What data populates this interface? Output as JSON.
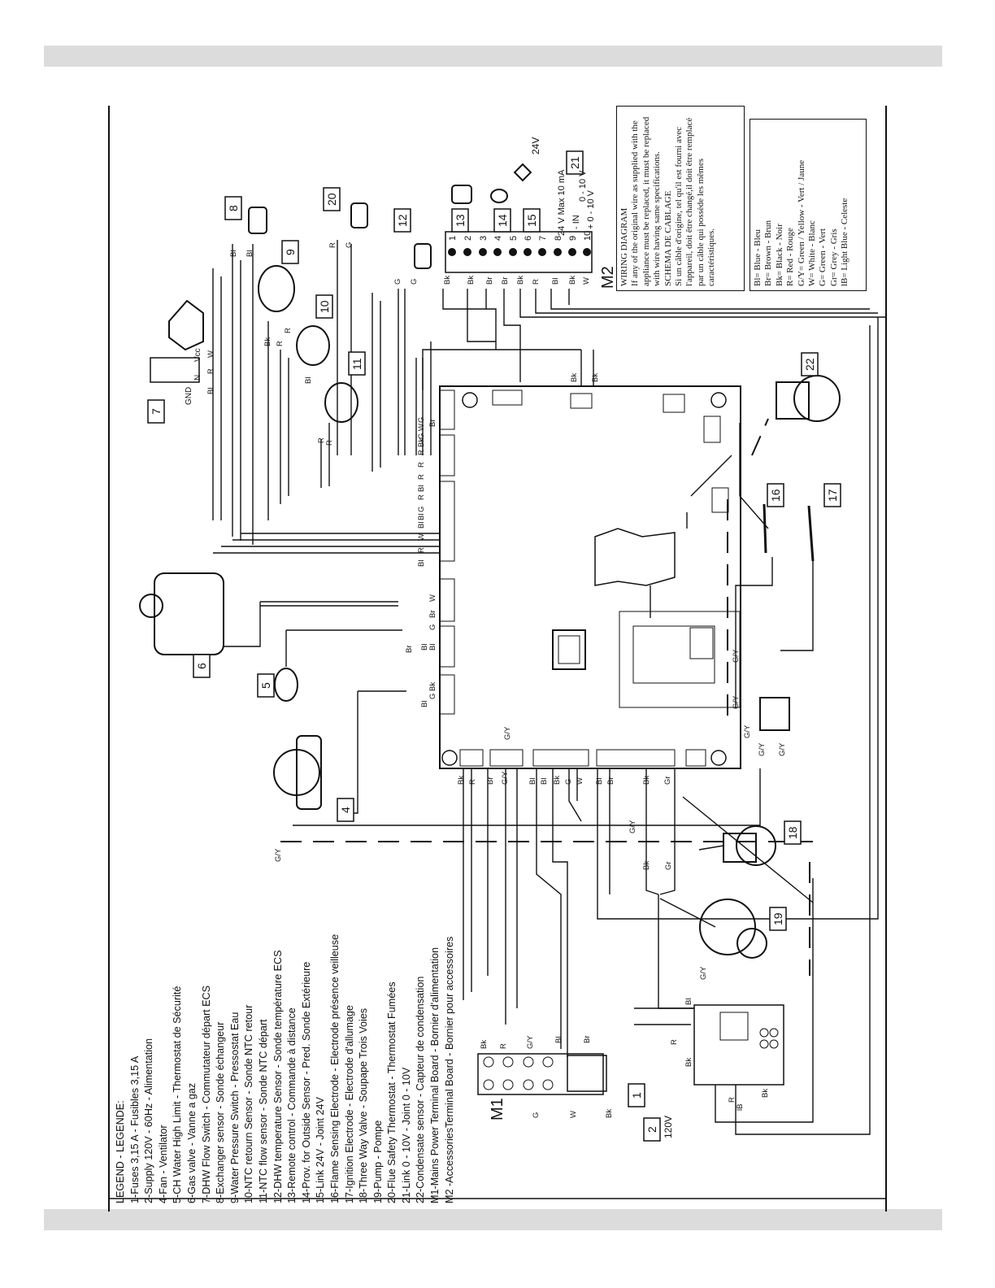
{
  "legend": {
    "title": "LEGEND - LEGENDE:",
    "items": [
      "1-Fuses  3,15 A - Fusibles 3,15 A",
      "2-Supply 120V - 60Hz - Alimentation",
      "4-Fan - Ventilator",
      "5-CH Water High Limit  - Thermostat de Sécurité",
      "6-Gas valve - Vanne a gaz",
      "7-DHW Flow Switch - Commutateur départ ECS",
      "8-Exchanger sensor - Sonde échangeur",
      "9-Water Pressure Switch - Pressostat Eau",
      "10-NTC retourn Sensor - Sonde NTC retour",
      "11-NTC flow sensor - Sonde NTC départ",
      "12-DHW temperature Sensor -  Sonde température ECS",
      "13-Remote control - Commande à distance",
      "14-Prov. for Outside Sensor  -  Pred. Sonde Extérieure",
      "15-Link 24V - Joint 24V",
      "16-Flame Sensing Electrode - Electrode présence veilleuse",
      "17-Ignition Electrode - Electrode d'allumage",
      "18-Three Way Valve -  Soupape Trois Voies",
      "19-Pump - Pompe",
      "20-Flue Safety Thermostat - Thermostat Fumées",
      "21-Link 0 - 10V - Joint 0 - 10V",
      "22-Condensate sensor - Capteur de condensation",
      "M1-Mains Power Terminal Board - Bornier d'alimentation",
      "M2 -AccessoriesTerminal Board - Bornier pour accessoires"
    ]
  },
  "wiring_box": {
    "lines": [
      "WIRING DIAGRAM",
      "If any of the original wire as supplied with the appliance must be replaced, it must be replaced with wire having same specifications.",
      "SCHEMA DE CABLAGE",
      "Si un câble d'origine, tel qu'il est fourni avec l'appareil, doit être changé,il doit être remplacé par un câble qui possède les mêmes caractéristiques."
    ]
  },
  "color_codes": [
    "Bl= Blue - Bleu",
    "Br= Brown - Brun",
    "Bk= Black - Noir",
    "R=  Red - Rouge",
    "G/Y=  Green / Yellow - Vert / Jaune",
    "W= White - Blanc",
    "G= Green - Vert",
    "Gr= Grey - Gris",
    "lB= Light Blue - Celeste"
  ],
  "components": [
    {
      "num": "1"
    },
    {
      "num": "2"
    },
    {
      "num": "4"
    },
    {
      "num": "5"
    },
    {
      "num": "6"
    },
    {
      "num": "7"
    },
    {
      "num": "8"
    },
    {
      "num": "9"
    },
    {
      "num": "10"
    },
    {
      "num": "11"
    },
    {
      "num": "12"
    },
    {
      "num": "13"
    },
    {
      "num": "14"
    },
    {
      "num": "15"
    },
    {
      "num": "16"
    },
    {
      "num": "17"
    },
    {
      "num": "18"
    },
    {
      "num": "19"
    },
    {
      "num": "20"
    },
    {
      "num": "21"
    },
    {
      "num": "22"
    }
  ],
  "terminal_boards": {
    "m1": "M1",
    "m2": "M2",
    "m2_terminals": [
      "1",
      "2",
      "3",
      "4",
      "5",
      "6",
      "7",
      "8",
      "9",
      "10"
    ],
    "m2_labels": [
      "24 V Max 10 mA",
      "-  IN",
      "+  0 - 10 V"
    ]
  },
  "supply": {
    "voltage": "120V",
    "link_24v": "24V",
    "link_010v": "0 - 10 V"
  },
  "df_labels": {
    "gnd": "GND",
    "n": "N",
    "vcc": "Vcc"
  },
  "wire_labels": {
    "m2_wires": [
      "Bk",
      "Bk",
      "Br",
      "Br",
      "Bk",
      "R",
      "Bl",
      "Bk",
      "W"
    ],
    "fan": [
      "G/Y"
    ],
    "board_bottom": [
      "Bk",
      "R",
      "Br",
      "G/Y",
      "Bl",
      "Bl",
      "Bk",
      "G",
      "W",
      "Bl",
      "Br",
      "Bk",
      "Gr"
    ],
    "pump": [
      "Bk",
      "Gr",
      "G/Y"
    ],
    "valve3": [
      "G/Y"
    ],
    "ground": [
      "G/Y",
      "G/Y",
      "G/Y",
      "G/Y",
      "G/Y",
      "G/Y"
    ],
    "m1": [
      "Bk",
      "R",
      "G/Y",
      "Bl",
      "Br",
      "G",
      "W",
      "Bk"
    ],
    "remote": [
      "Bl",
      "R",
      "Bk",
      "R",
      "lB",
      "Bk"
    ],
    "sensors": [
      "Bl",
      "Bl",
      "R",
      "R",
      "G",
      "G",
      "G",
      "Bk",
      "R",
      "Bl",
      "R",
      "R"
    ],
    "df": [
      "Bl",
      "R",
      "W"
    ],
    "board_top": [
      "Bl",
      "R",
      "W",
      "Bl",
      "Bl",
      "G",
      "R",
      "Bl",
      "R",
      "R",
      "R",
      "Bk",
      "G",
      "W",
      "G",
      "Br"
    ],
    "board_left": [
      "Br",
      "Bl",
      "Bl",
      "G",
      "Br",
      "W",
      "Bl",
      "G",
      "Bk"
    ],
    "m2_link": [
      "Bk",
      "Bk"
    ]
  }
}
